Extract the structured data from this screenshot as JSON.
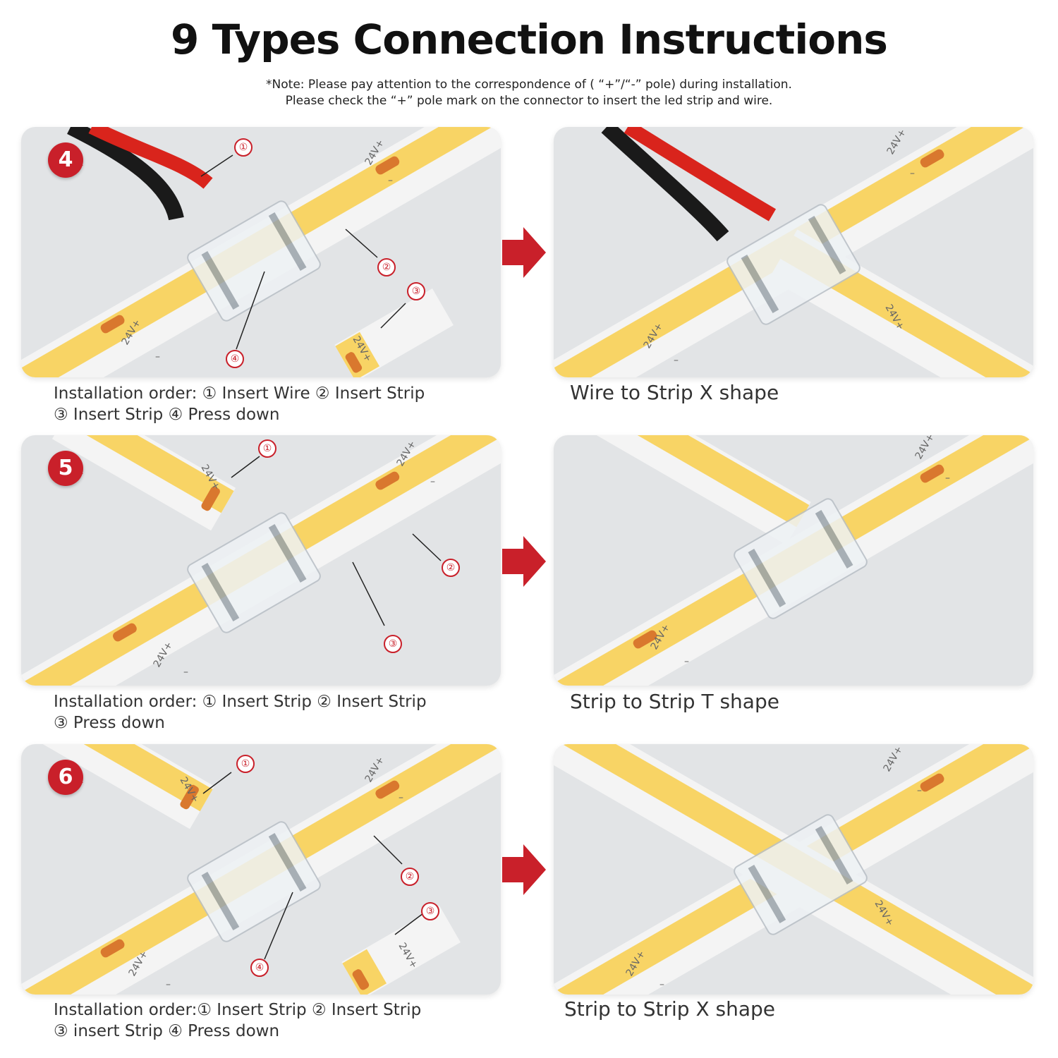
{
  "header": {
    "title": "9 Types Connection Instructions",
    "note_line1": "*Note: Please pay attention to the correspondence of ( “+”/“-” pole) during installation.",
    "note_line2": "Please check the “+” pole mark on the connector to insert the led strip and wire."
  },
  "strip_label": "24V+",
  "minus_label": "–",
  "colors": {
    "accent": "#c9202a",
    "panel": "#e2e4e6",
    "strip_white": "#f4f4f4",
    "strip_yellow": "#f8d465",
    "copper_pad": "#d9782e",
    "wire_red": "#d9241c",
    "wire_black": "#1a1a1a"
  },
  "sections": [
    {
      "number": "4",
      "callouts": [
        "①",
        "②",
        "③",
        "④"
      ],
      "order_line1": "Installation order: ① Insert Wire ② Insert Strip",
      "order_line2": "③ Insert Strip ④ Press down",
      "result_caption": "Wire to Strip X shape"
    },
    {
      "number": "5",
      "callouts": [
        "①",
        "②",
        "③"
      ],
      "order_line1": "Installation order: ① Insert Strip ② Insert Strip",
      "order_line2": "③ Press down",
      "result_caption": "Strip to Strip T shape"
    },
    {
      "number": "6",
      "callouts": [
        "①",
        "②",
        "③",
        "④"
      ],
      "order_line1": "Installation order:① Insert Strip ② Insert Strip",
      "order_line2": "③ insert Strip ④ Press down",
      "result_caption": "Strip to Strip X shape"
    }
  ]
}
